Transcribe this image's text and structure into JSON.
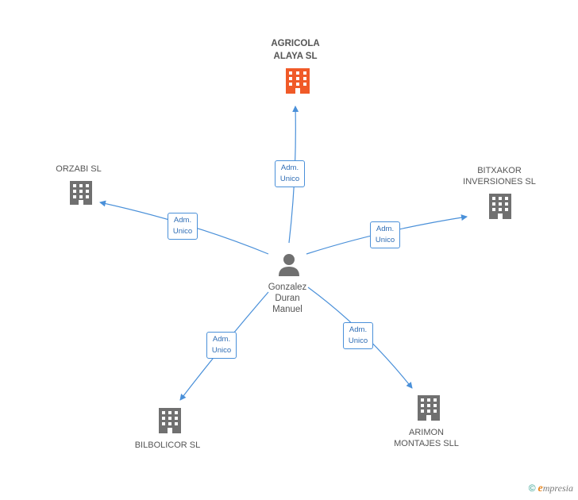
{
  "colors": {
    "edge": "#4a90d9",
    "edge_label_text": "#2f6db5",
    "highlight_building": "#f05a28",
    "building": "#707070",
    "person": "#707070",
    "text": "#555555"
  },
  "center": {
    "name": "Gonzalez Duran Manuel",
    "lines": [
      "Gonzalez",
      "Duran",
      "Manuel"
    ],
    "icon": "person-icon"
  },
  "companies": [
    {
      "id": "agricola",
      "lines": [
        "AGRICOLA",
        "ALAYA SL"
      ],
      "icon": "building-icon",
      "highlight": true,
      "relation": [
        "Adm.",
        "Unico"
      ]
    },
    {
      "id": "orzabi",
      "lines": [
        "ORZABI SL"
      ],
      "icon": "building-icon",
      "highlight": false,
      "relation": [
        "Adm.",
        "Unico"
      ]
    },
    {
      "id": "bitxakor",
      "lines": [
        "BITXAKOR",
        "INVERSIONES SL"
      ],
      "icon": "building-icon",
      "highlight": false,
      "relation": [
        "Adm.",
        "Unico"
      ]
    },
    {
      "id": "bilbolicor",
      "lines": [
        "BILBOLICOR SL"
      ],
      "icon": "building-icon",
      "highlight": false,
      "relation": [
        "Adm.",
        "Unico"
      ]
    },
    {
      "id": "arimon",
      "lines": [
        "ARIMON",
        "MONTAJES SLL"
      ],
      "icon": "building-icon",
      "highlight": false,
      "relation": [
        "Adm.",
        "Unico"
      ]
    }
  ],
  "footer": {
    "copyright": "©",
    "brand_first": "e",
    "brand_rest": "mpresia"
  }
}
